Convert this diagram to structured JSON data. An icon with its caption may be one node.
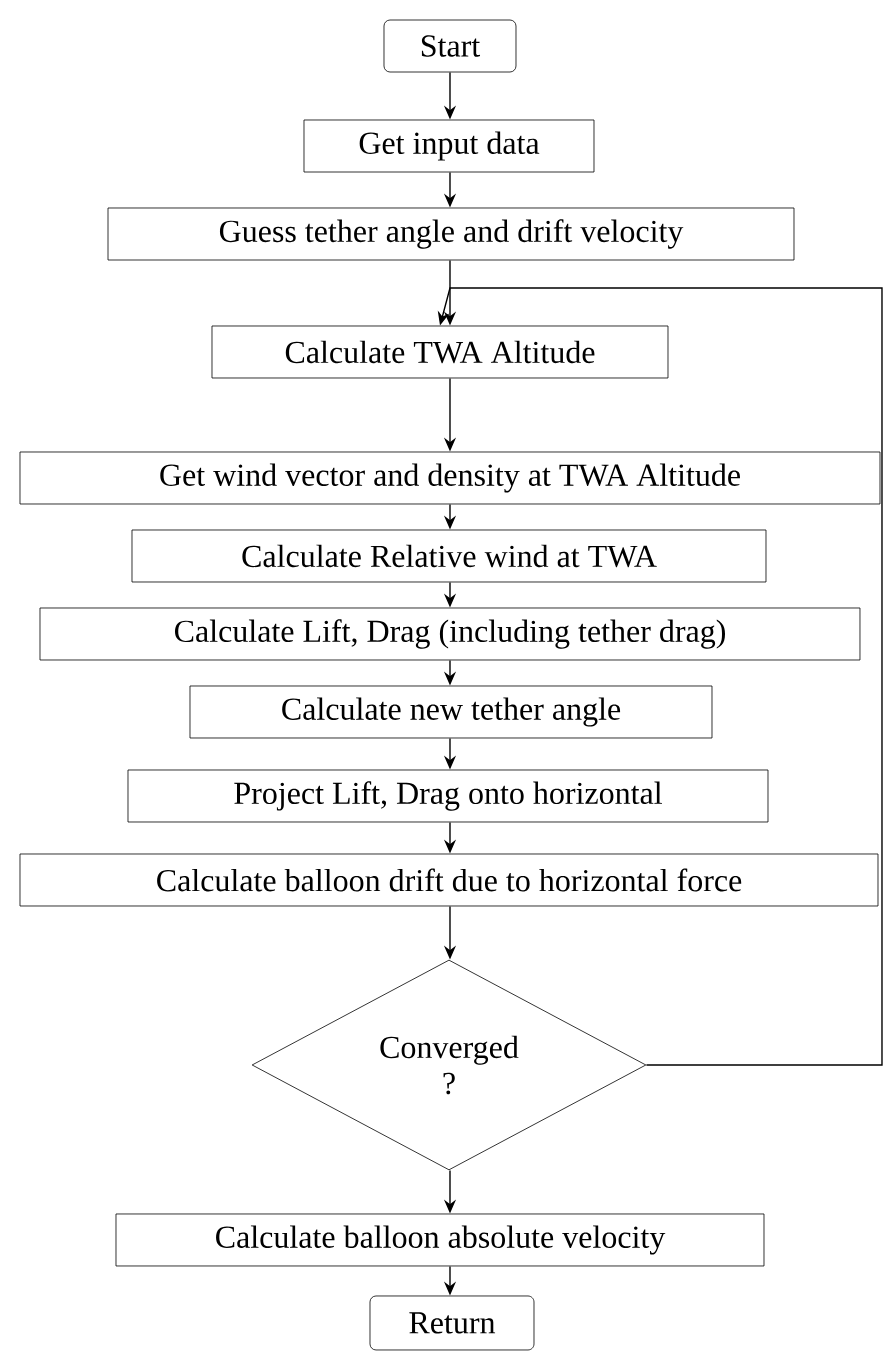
{
  "diagram": {
    "nodes": [
      {
        "text": [
          "Start"
        ]
      },
      {
        "text": [
          "Get input data"
        ]
      },
      {
        "text": [
          "Guess tether angle and drift velocity"
        ]
      },
      {
        "text": [
          "Calculate TWA Altitude"
        ]
      },
      {
        "text": [
          "Get wind vector and density at TWA Altitude"
        ]
      },
      {
        "text": [
          "Calculate Relative wind at TWA"
        ]
      },
      {
        "text": [
          "Calculate Lift, Drag (including tether drag)"
        ]
      },
      {
        "text": [
          "Calculate new tether angle"
        ]
      },
      {
        "text": [
          "Project Lift, Drag onto horizontal"
        ]
      },
      {
        "text": [
          "Calculate balloon drift due to horizontal force"
        ]
      },
      {
        "text": [
          "Converged ?"
        ]
      },
      {
        "text": [
          "Calculate balloon absolute velocity"
        ]
      },
      {
        "text": [
          "Return"
        ]
      }
    ],
    "edges": [
      {
        "from": 0,
        "to": 1,
        "arrow": "to"
      },
      {
        "from": 1,
        "to": 2,
        "arrow": "to"
      },
      {
        "from": 2,
        "to": 3,
        "arrow": "to"
      },
      {
        "from": 3,
        "to": 4,
        "arrow": "to"
      },
      {
        "from": 4,
        "to": 5,
        "arrow": "to"
      },
      {
        "from": 5,
        "to": 6,
        "arrow": "to"
      },
      {
        "from": 6,
        "to": 7,
        "arrow": "to"
      },
      {
        "from": 7,
        "to": 8,
        "arrow": "to"
      },
      {
        "from": 8,
        "to": 9,
        "arrow": "to"
      },
      {
        "from": 9,
        "to": 10,
        "arrow": "to"
      },
      {
        "from": 10,
        "to": 11,
        "arrow": "to"
      },
      {
        "from": 11,
        "to": 12,
        "arrow": "to"
      },
      {
        "from": 10,
        "to": 3,
        "arrow": "to"
      }
    ]
  }
}
